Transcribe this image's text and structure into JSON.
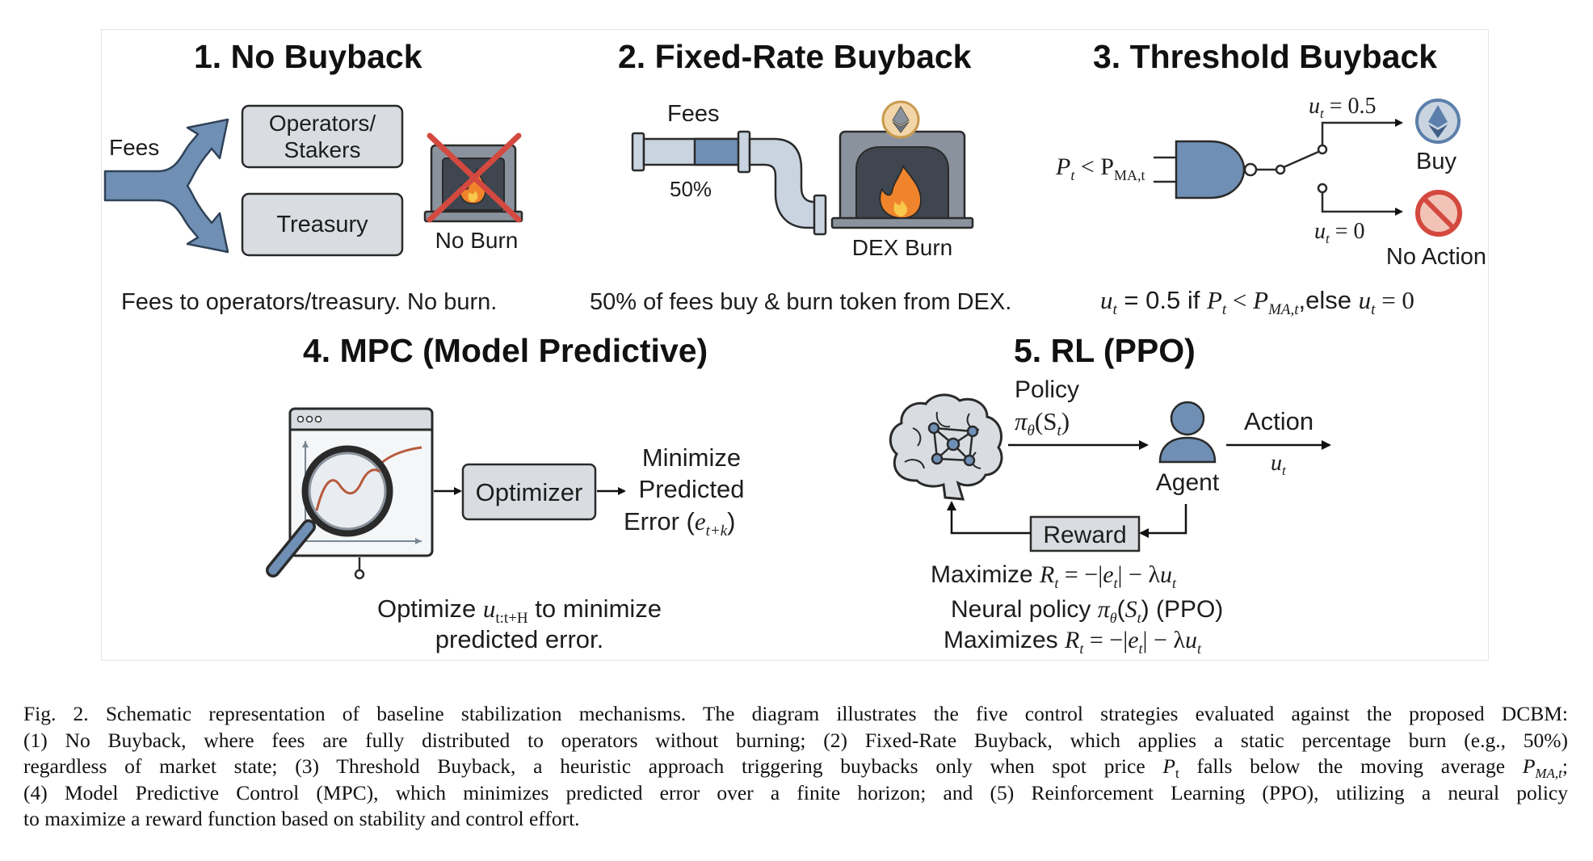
{
  "colors": {
    "box_fill": "#d9dde2",
    "pipe_fill": "#c9d4e0",
    "gate_blue": "#6f8fb4",
    "fire_orange": "#f0842c",
    "flame_yellow": "#f7c84a",
    "red_x": "#d4493f",
    "eth_blue": "#5b7faa",
    "chart_line": "#b85a3e",
    "text_dark": "#1d1d1d"
  },
  "panel1": {
    "title": "1. No Buyback",
    "fees_label": "Fees",
    "operators_label_1": "Operators/",
    "operators_label_2": "Stakers",
    "treasury_label": "Treasury",
    "no_burn_label": "No Burn",
    "description": "Fees to operators/treasury. No burn.",
    "icons": [
      "split-arrow-icon",
      "furnace-icon",
      "cross-icon"
    ]
  },
  "panel2": {
    "title": "2. Fixed-Rate Buyback",
    "fees_label": "Fees",
    "percent_label": "50%",
    "dex_burn_label": "DEX Burn",
    "description": "50% of fees buy & burn token from DEX.",
    "icons": [
      "pipe-icon",
      "furnace-icon",
      "coin-icon",
      "fire-icon"
    ]
  },
  "panel3": {
    "title": "3. Threshold Buyback",
    "condition": "P",
    "condition_sub": "t",
    "condition_rel": " < P",
    "condition_sub2": "MA,t",
    "u_buy": "u",
    "u_buy_sub": "t",
    "u_buy_val": " = 0.5",
    "buy_label": "Buy",
    "u_none": "u",
    "u_none_sub": "t",
    "u_none_val": " = 0",
    "no_action_label": "No Action",
    "rule_u": "u",
    "rule_sub": "t",
    "rule_mid": " = 0.5 if ",
    "rule_p": "P",
    "rule_p_sub": "t",
    "rule_lt": " < ",
    "rule_pma": "P",
    "rule_pma_sub": "MA,t",
    "rule_else": ",else ",
    "rule_u2": "u",
    "rule_u2_sub": "t",
    "rule_zero": " = 0",
    "icons": [
      "and-gate-icon",
      "switch-icon",
      "eth-coin-icon",
      "prohibited-icon"
    ]
  },
  "panel4": {
    "title": "4. MPC (Model Predictive)",
    "optimizer_label": "Optimizer",
    "minimize_1": "Minimize",
    "minimize_2": "Predicted",
    "minimize_3": "Error (",
    "minimize_e": "e",
    "minimize_sub": "t+k",
    "minimize_close": ")",
    "description_1a": "Optimize ",
    "description_u": "u",
    "description_sub": "t:t+H",
    "description_1b": " to minimize",
    "description_2": "predicted error.",
    "icons": [
      "window-icon",
      "magnifier-icon"
    ]
  },
  "panel5": {
    "title": "5. RL (PPO)",
    "policy_label": "Policy",
    "policy_pi": "π",
    "policy_theta": "θ",
    "policy_arg": "(S",
    "policy_arg_sub": "t",
    "policy_close": ")",
    "agent_label": "Agent",
    "action_label": "Action",
    "action_u": "u",
    "action_sub": "t",
    "reward_label": "Reward",
    "max_line_a": "Maximize ",
    "max_line_r": "R",
    "max_line_r_sub": "t",
    "max_line_b": " = −|",
    "max_line_e": "e",
    "max_line_e_sub": "t",
    "max_line_c": "| − λ",
    "max_line_u": "u",
    "max_line_u_sub": "t",
    "neural_a": "Neural policy ",
    "neural_pi": "π",
    "neural_theta": "θ",
    "neural_b": "(",
    "neural_s": "S",
    "neural_s_sub": "t",
    "neural_c": ") (PPO)",
    "maxs_a": "Maximizes ",
    "maxs_r": "R",
    "maxs_r_sub": "t",
    "maxs_b": " = −|",
    "maxs_e": "e",
    "maxs_e_sub": "t",
    "maxs_c": "| − λ",
    "maxs_u": "u",
    "maxs_u_sub": "t",
    "icons": [
      "brain-icon",
      "agent-icon"
    ]
  },
  "caption": {
    "line1": "Fig. 2.  Schematic representation of baseline stabilization mechanisms. The diagram illustrates the five control strategies evaluated against the proposed DCBM:",
    "line2": "(1) No Buyback, where fees are fully distributed to operators without burning; (2) Fixed-Rate Buyback, which applies a static percentage burn (e.g., 50%)",
    "line3a": "regardless of market state; (3) Threshold Buyback, a heuristic approach triggering buybacks only when spot price ",
    "line3_p": "P",
    "line3_p_sub": "t",
    "line3b": " falls below the moving average ",
    "line3_pma": "P",
    "line3_pma_sub": "MA,t",
    "line3c": ";",
    "line4": "(4) Model Predictive Control (MPC), which minimizes predicted error over a finite horizon; and (5) Reinforcement Learning (PPO), utilizing a neural policy",
    "line5": "to maximize a reward function based on stability and control effort."
  }
}
